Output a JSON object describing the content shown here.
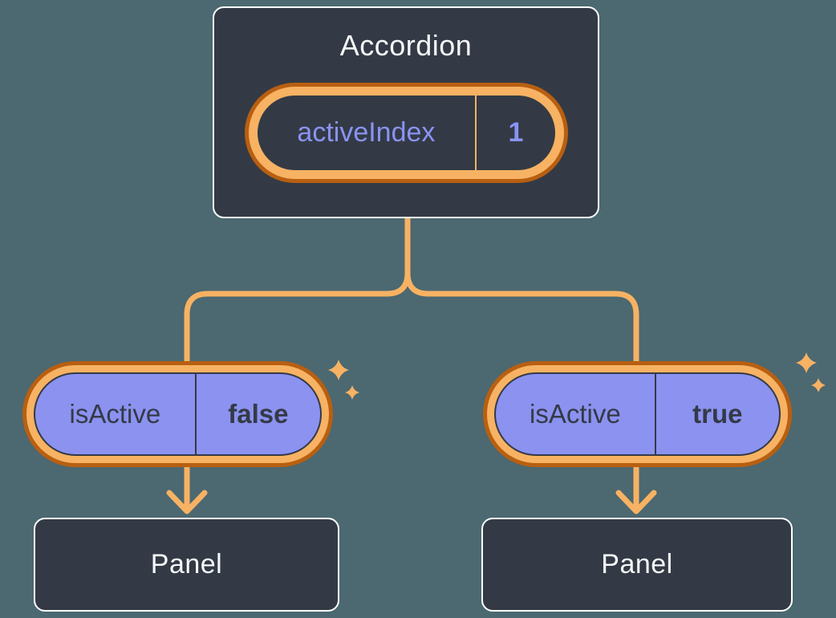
{
  "diagram": {
    "root": {
      "title": "Accordion",
      "state": {
        "name": "activeIndex",
        "value": "1"
      }
    },
    "children": [
      {
        "prop": {
          "name": "isActive",
          "value": "false"
        },
        "child": {
          "title": "Panel"
        }
      },
      {
        "prop": {
          "name": "isActive",
          "value": "true"
        },
        "child": {
          "title": "Panel"
        }
      }
    ]
  },
  "icons": {
    "sparkle": "four-point-star"
  },
  "colors": {
    "bg": "#4C6870",
    "node-bg": "#333A45",
    "node-border": "#FFFFFF",
    "orange-light": "#F7B263",
    "orange-dark": "#B85F11",
    "purple-fill": "#8B92F0",
    "purple-text": "#8A93F3",
    "text-dark": "#343A46",
    "text-light": "#F6F7F9"
  }
}
